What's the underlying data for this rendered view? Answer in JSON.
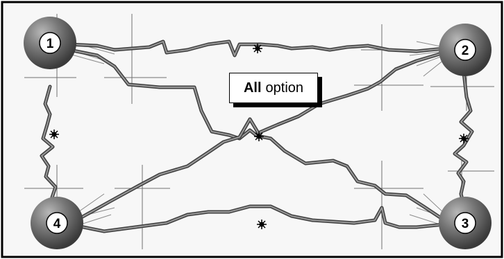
{
  "diagram": {
    "nodes": [
      {
        "label": "1"
      },
      {
        "label": "2"
      },
      {
        "label": "3"
      },
      {
        "label": "4"
      }
    ],
    "option_box": {
      "bold_text": "All",
      "text": "option"
    },
    "colors": {
      "path": "#5a5a5a",
      "node": "#6a6a6a",
      "crosshair": "#000000",
      "frame": "#000000",
      "background": "#f7f7f7"
    }
  }
}
